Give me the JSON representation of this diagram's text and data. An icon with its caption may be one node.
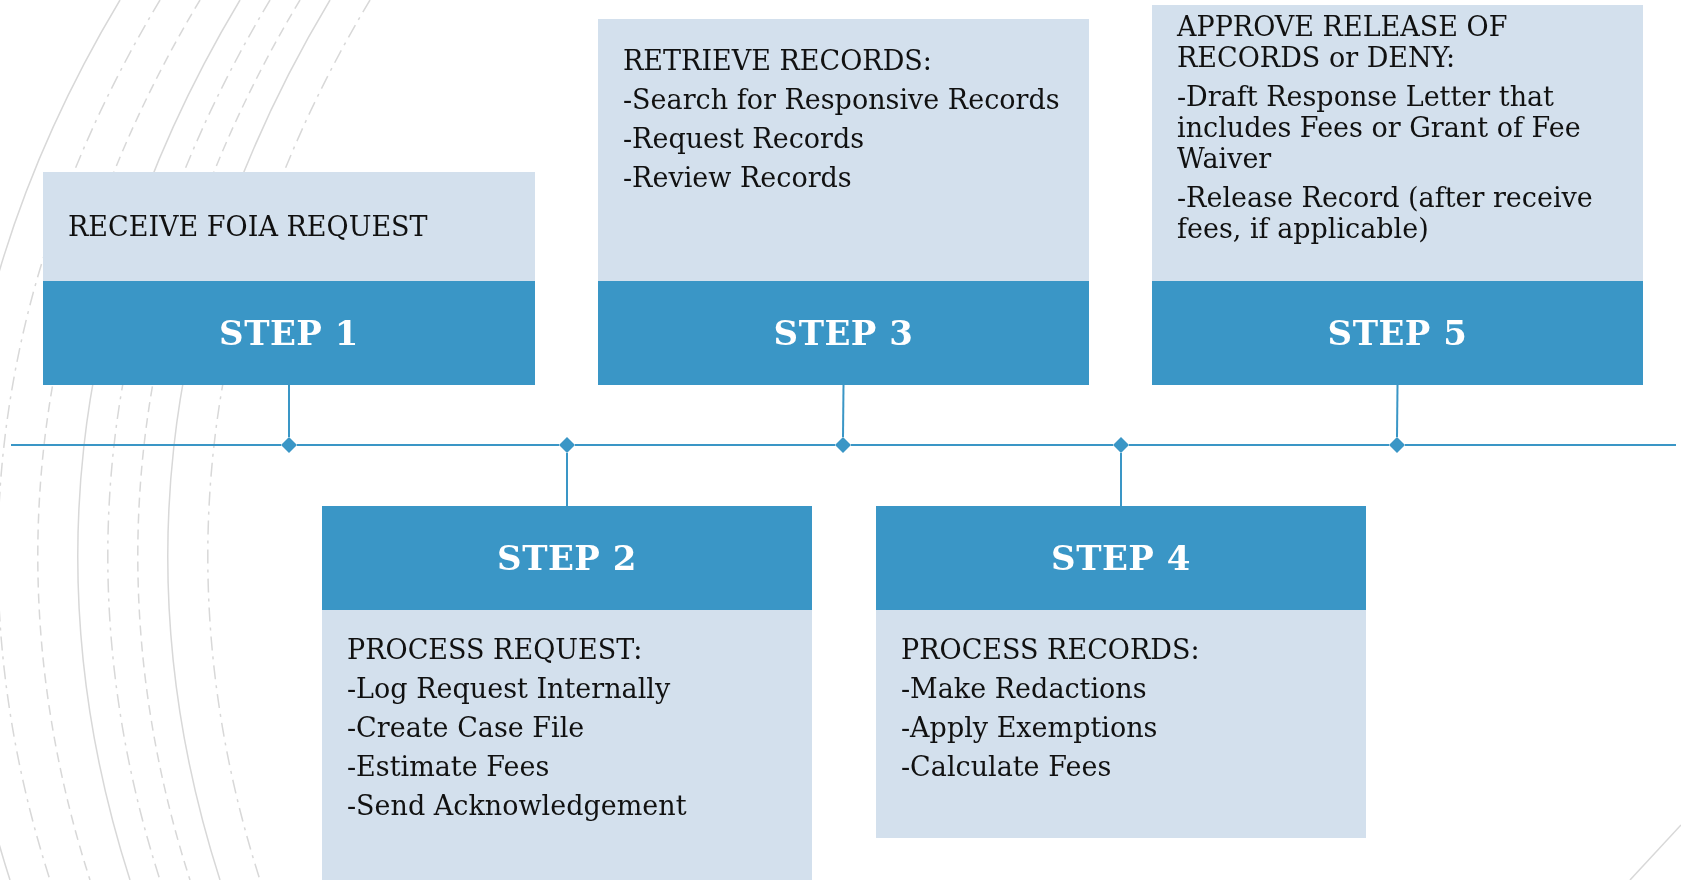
{
  "diagram": {
    "nodes": [
      {
        "text": [
          "RECEIVE FOIA REQUEST",
          "STEP 1"
        ]
      },
      {
        "text": [
          "STEP 2",
          "PROCESS REQUEST:",
          "-Log Request Internally",
          "-Create Case File",
          "-Estimate Fees",
          "-Send Acknowledgement"
        ]
      },
      {
        "text": [
          "RETRIEVE RECORDS:",
          "-Search for Responsive Records",
          "-Request Records",
          "-Review Records",
          "STEP 3"
        ]
      },
      {
        "text": [
          "STEP 4",
          "PROCESS RECORDS:",
          "-Make Redactions",
          "-Apply Exemptions",
          "-Calculate Fees"
        ]
      },
      {
        "text": [
          "APPROVE RELEASE OF RECORDS or DENY:",
          "-Draft Response Letter that includes Fees or Grant of Fee Waiver",
          "-Release Record (after receive fees, if applicable)",
          "STEP 5"
        ]
      },
      {
        "text": [],
        "shape": "diamond"
      },
      {
        "text": [],
        "shape": "diamond"
      },
      {
        "text": [],
        "shape": "diamond"
      },
      {
        "text": [],
        "shape": "diamond"
      },
      {
        "text": [],
        "shape": "diamond"
      }
    ],
    "edges": [
      {
        "from": 0,
        "to": 5,
        "arrow": "none"
      },
      {
        "from": 1,
        "to": 6,
        "arrow": "none"
      },
      {
        "from": 2,
        "to": 7,
        "arrow": "none"
      },
      {
        "from": 3,
        "to": 8,
        "arrow": "none"
      },
      {
        "from": 4,
        "to": 9,
        "arrow": "none"
      },
      {
        "from": null,
        "to": 5,
        "arrow": "none"
      },
      {
        "from": 5,
        "to": 6,
        "arrow": "none"
      },
      {
        "from": 6,
        "to": 7,
        "arrow": "none"
      },
      {
        "from": 7,
        "to": 8,
        "arrow": "none"
      },
      {
        "from": 8,
        "to": 9,
        "arrow": "none"
      },
      {
        "from": 9,
        "to": null,
        "arrow": "none"
      }
    ]
  }
}
